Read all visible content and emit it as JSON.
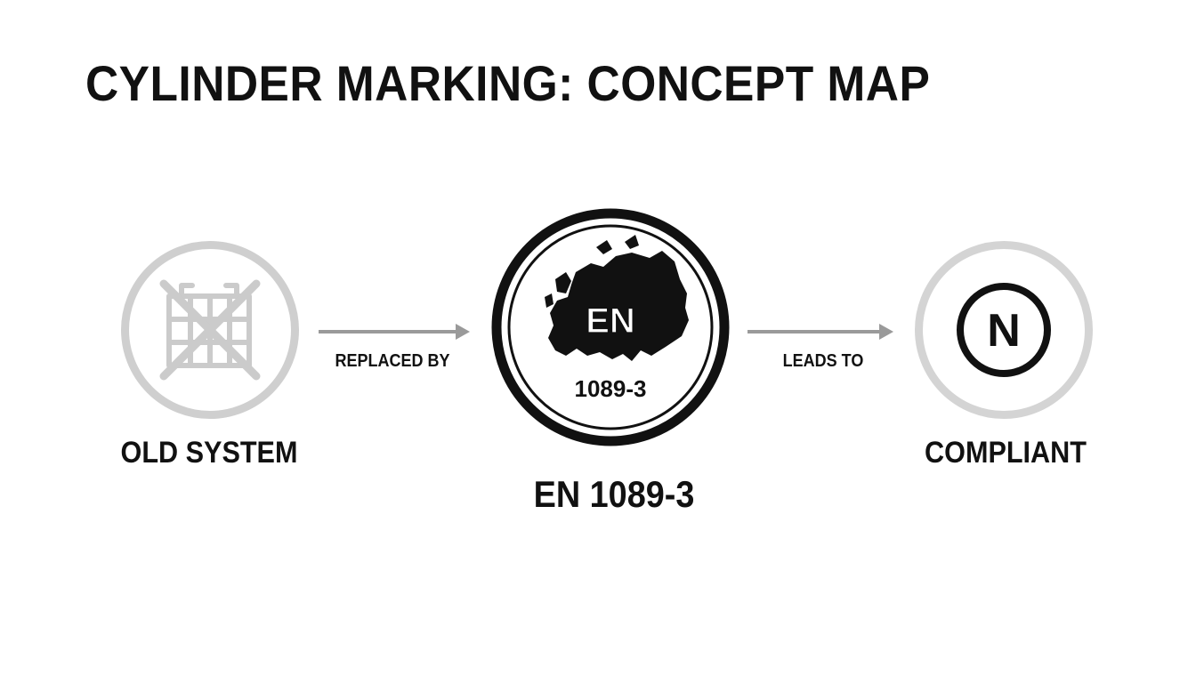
{
  "title": "CYLINDER MARKING: CONCEPT MAP",
  "nodes": {
    "old": {
      "label": "OLD SYSTEM",
      "icon": "crossed-out-cylinder-icon"
    },
    "standard": {
      "label": "EN 1089-3",
      "badge_top": "EN",
      "badge_bottom": "1089-3",
      "icon": "europe-map-icon"
    },
    "compliant": {
      "label": "COMPLIANT",
      "symbol": "N",
      "icon": "n-mark-icon"
    }
  },
  "edges": {
    "replaced_by": "REPLACED BY",
    "leads_to": "LEADS TO"
  },
  "colors": {
    "text": "#111111",
    "ring_light": "#cfcfcf",
    "arrow": "#9a9a9a",
    "badge": "#111111"
  }
}
